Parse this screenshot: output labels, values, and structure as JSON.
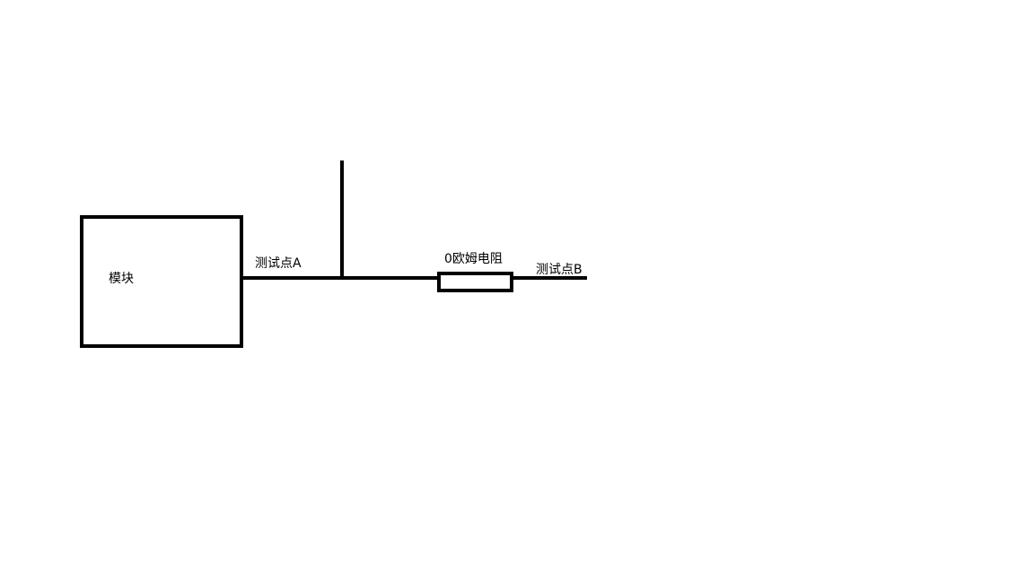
{
  "diagram": {
    "module_label": "模块",
    "test_point_a_label": "测试点A",
    "resistor_label": "0欧姆电阻",
    "test_point_b_label": "测试点B"
  },
  "colors": {
    "stroke": "#000000",
    "background": "#ffffff"
  }
}
